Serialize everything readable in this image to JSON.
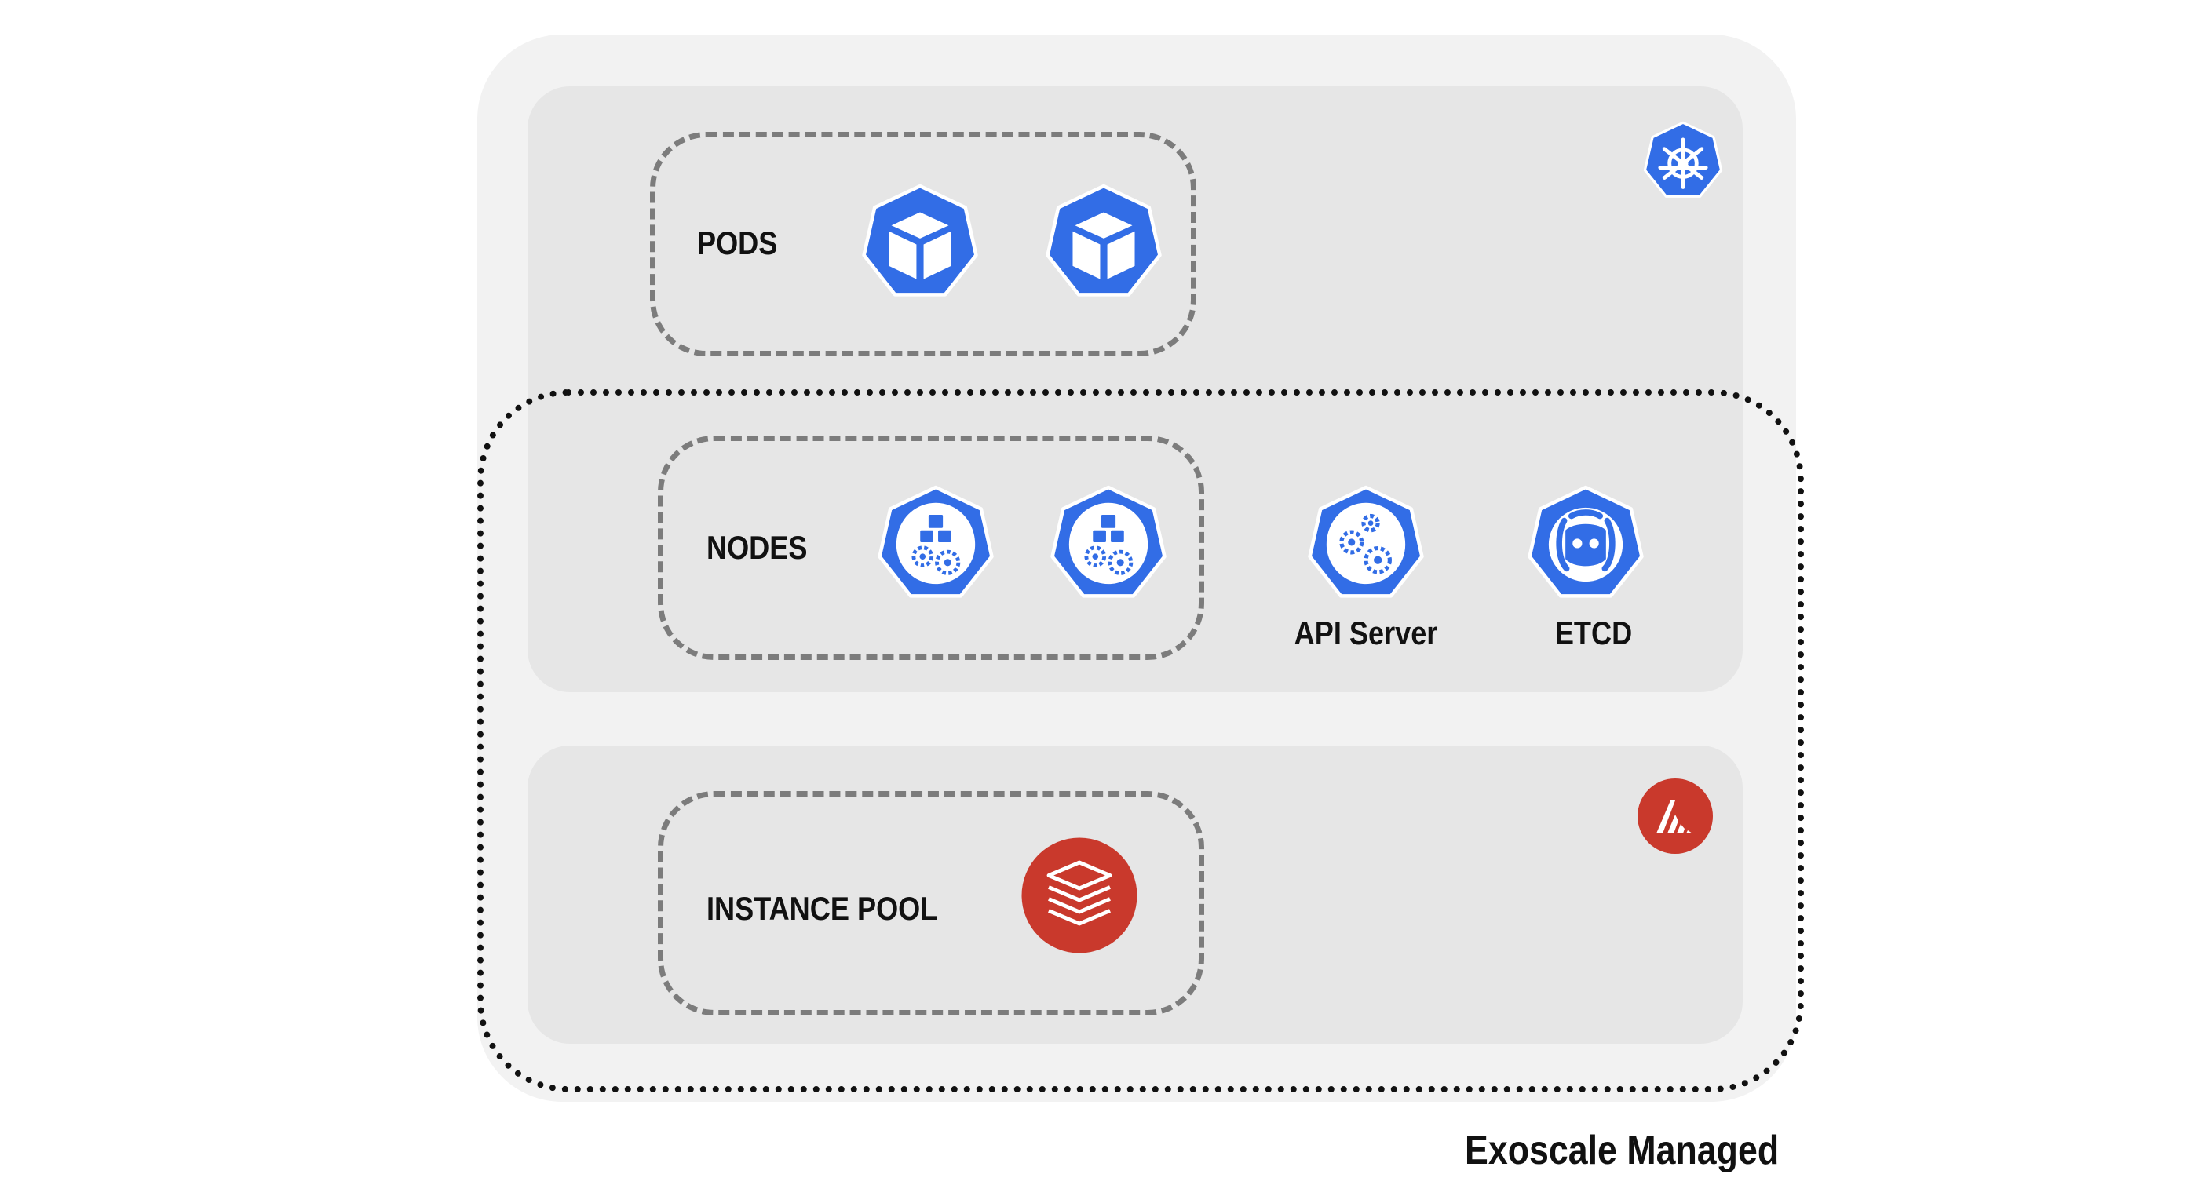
{
  "diagram": {
    "pods": {
      "label": "PODS"
    },
    "nodes": {
      "label": "NODES"
    },
    "api_server": {
      "label": "API Server"
    },
    "etcd": {
      "label": "ETCD"
    },
    "instance_pool": {
      "label": "INSTANCE POOL"
    },
    "managed": {
      "label": "Exoscale Managed"
    }
  },
  "colors": {
    "kubernetes_blue": "#326de6",
    "exoscale_red": "#c9392c"
  },
  "icons": {
    "kubernetes_logo": "kubernetes-helm-icon",
    "pod": "pod-cube-icon",
    "node": "node-gears-icon",
    "api_server": "api-server-gears-icon",
    "etcd": "etcd-icon",
    "exoscale_logo": "exoscale-logo-icon",
    "instance_pool": "layers-stack-icon"
  }
}
